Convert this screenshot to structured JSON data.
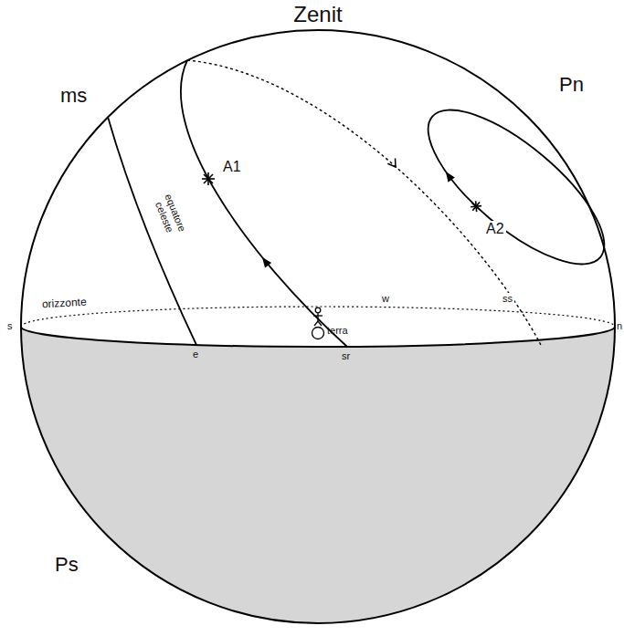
{
  "diagram": {
    "labels": [
      "Zenit",
      "ms",
      "Pn",
      "A1",
      "A2",
      "equatore celeste",
      "orizzonte",
      "w",
      "ss",
      "terra",
      "s",
      "e",
      "sr",
      "n",
      "Ps"
    ]
  }
}
